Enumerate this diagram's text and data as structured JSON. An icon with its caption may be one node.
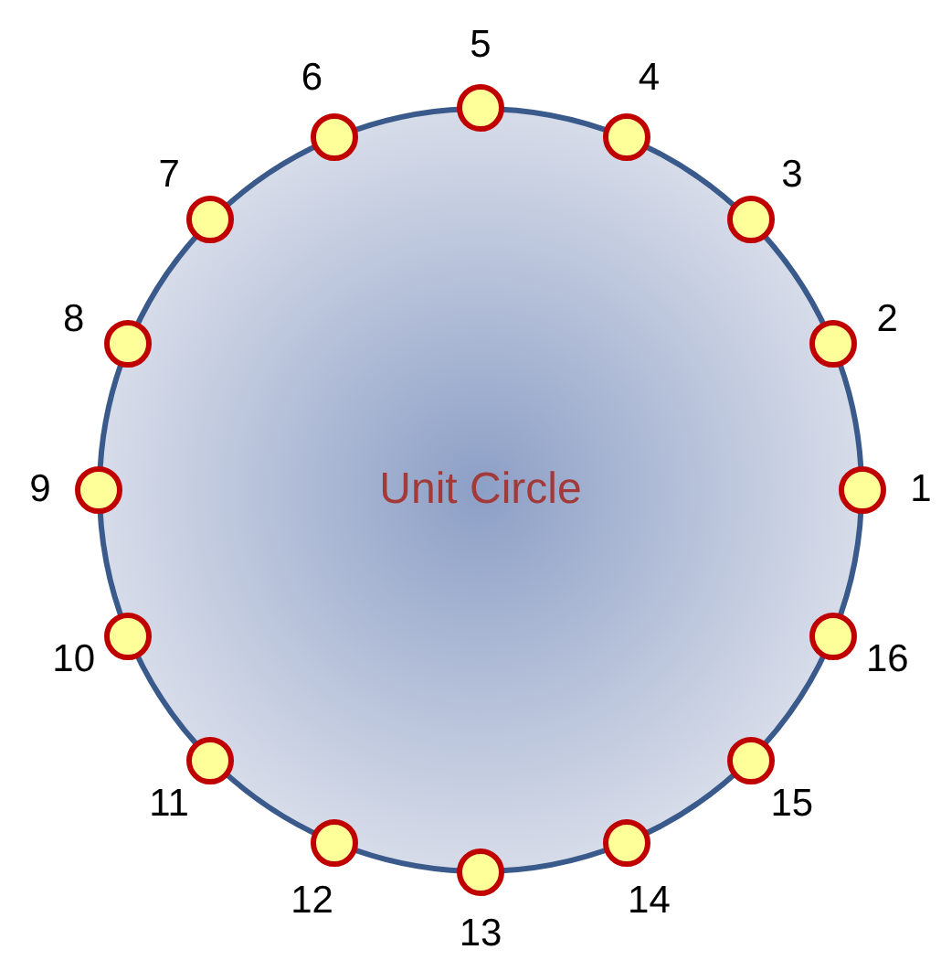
{
  "diagram": {
    "nodes": [
      {
        "text": [
          "Unit Circle"
        ]
      },
      {
        "text": [],
        "shape": "circle",
        "beside": [
          "1"
        ]
      },
      {
        "text": [],
        "shape": "circle",
        "beside": [
          "2"
        ]
      },
      {
        "text": [],
        "shape": "circle",
        "beside": [
          "3"
        ]
      },
      {
        "text": [],
        "shape": "circle",
        "beside": [
          "4"
        ]
      },
      {
        "text": [],
        "shape": "circle",
        "beside": [
          "5"
        ]
      },
      {
        "text": [],
        "shape": "circle",
        "beside": [
          "6"
        ]
      },
      {
        "text": [],
        "shape": "circle",
        "beside": [
          "7"
        ]
      },
      {
        "text": [],
        "shape": "circle",
        "beside": [
          "8"
        ]
      },
      {
        "text": [],
        "shape": "circle",
        "beside": [
          "9"
        ]
      },
      {
        "text": [],
        "shape": "circle",
        "beside": [
          "10"
        ]
      },
      {
        "text": [],
        "shape": "circle",
        "beside": [
          "11"
        ]
      },
      {
        "text": [],
        "shape": "circle",
        "beside": [
          "12"
        ]
      },
      {
        "text": [],
        "shape": "circle",
        "beside": [
          "13"
        ]
      },
      {
        "text": [],
        "shape": "circle",
        "beside": [
          "14"
        ]
      },
      {
        "text": [],
        "shape": "circle",
        "beside": [
          "15"
        ]
      },
      {
        "text": [],
        "shape": "circle",
        "beside": [
          "16"
        ]
      }
    ],
    "edges": []
  }
}
